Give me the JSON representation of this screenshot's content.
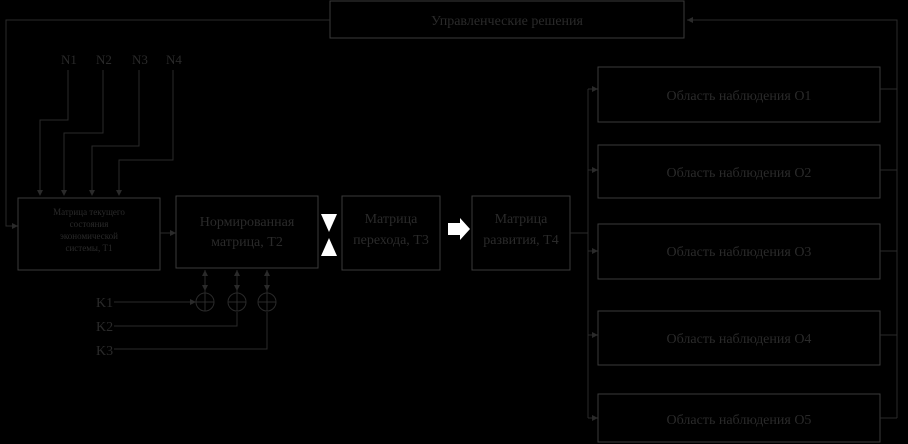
{
  "top_box": "Управленческие решения",
  "inputs_n": [
    "N1",
    "N2",
    "N3",
    "N4"
  ],
  "inputs_k": [
    "K1",
    "K2",
    "K3"
  ],
  "matrix_current": [
    "Матрица текущего",
    "состояния",
    "экономической",
    "системы, T1"
  ],
  "matrix_norm": [
    "Нормированная",
    "матрица, T2"
  ],
  "matrix_transition": [
    "Матрица",
    "перехода, T3"
  ],
  "matrix_development": [
    "Матрица",
    "развития, T4"
  ],
  "observation_areas": [
    "Область наблюдения O1",
    "Область наблюдения O2",
    "Область наблюдения O3",
    "Область наблюдения O4",
    "Область наблюдения O5"
  ],
  "colors": {
    "background": "#000000",
    "lines": "#2a2a2a",
    "box_borders": "#3a3a3a",
    "text": "#2a2a2a",
    "accent": "#ffffff"
  }
}
